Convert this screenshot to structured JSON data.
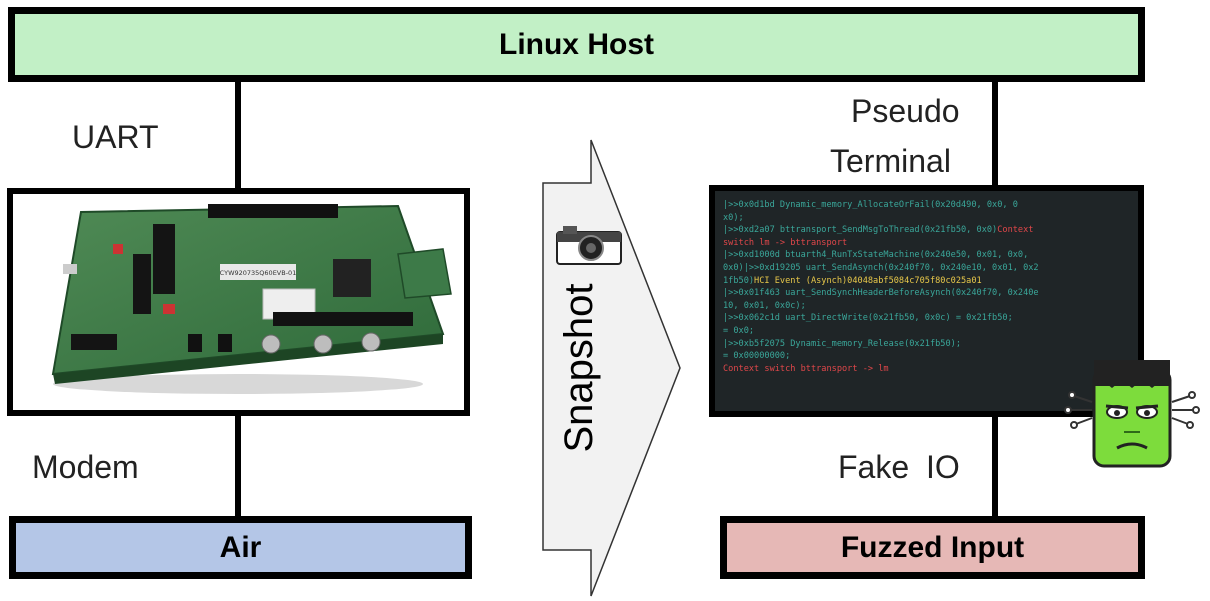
{
  "nodes": {
    "linux_host": "Linux Host",
    "air": "Air",
    "fuzzed_input": "Fuzzed Input"
  },
  "edge_labels": {
    "uart": "UART",
    "pseudo_terminal_line1": "Pseudo",
    "pseudo_terminal_line2": "Terminal",
    "modem": "Modem",
    "fake_io": "Fake IO"
  },
  "snapshot": {
    "label": "Snapshot"
  },
  "board": {
    "part_label": "CYW920735Q60EVB-01"
  },
  "terminal": {
    "lines": [
      {
        "text": "|>>0x0d1bd Dynamic_memory_AllocateOrFail(0x20d490, 0x0, 0",
        "color": "#3aa79a"
      },
      {
        "text": "x0);",
        "color": "#3aa79a"
      },
      {
        "text": "|>>0xd2a07 bttransport_SendMsgToThread(0x21fb50, 0x0)",
        "color": "#3aa79a",
        "tail": "Context",
        "tail_color": "#e0474a"
      },
      {
        "text": " switch lm -> bttransport",
        "color": "#e0474a"
      },
      {
        "text": "|>>0xd1000d btuarth4_RunTxStateMachine(0x240e50, 0x01, 0x0,",
        "color": "#3aa79a"
      },
      {
        "text": "0x0)|>>0xd19205 uart_SendAsynch(0x240f70, 0x240e10, 0x01, 0x2",
        "color": "#3aa79a"
      },
      {
        "text": "1fb50)",
        "color": "#3aa79a",
        "tail": "HCI Event (Asynch)04048abf5084c705f80c025a01",
        "tail_color": "#e8c84a"
      },
      {
        "text": "|>>0x01f463 uart_SendSynchHeaderBeforeAsynch(0x240f70, 0x240e",
        "color": "#3aa79a"
      },
      {
        "text": "10, 0x01, 0x0c);",
        "color": "#3aa79a"
      },
      {
        "text": "|>>0x062c1d uart_DirectWrite(0x21fb50, 0x0c) = 0x21fb50;",
        "color": "#3aa79a"
      },
      {
        "text": "  = 0x0;",
        "color": "#3aa79a"
      },
      {
        "text": "|>>0xb5f2075 Dynamic_memory_Release(0x21fb50);",
        "color": "#3aa79a"
      },
      {
        "text": "  = 0x00000000;",
        "color": "#3aa79a"
      },
      {
        "text": "Context switch bttransport -> lm",
        "color": "#e0474a"
      }
    ]
  },
  "colors": {
    "linux_host_fill": "#c2f0c6",
    "air_fill": "#b4c6e7",
    "fuzzed_fill": "#e6b8b6",
    "terminal_bg": "#1f2527"
  },
  "icons": {
    "camera": "camera-icon",
    "frankenstein": "frankenstein-icon"
  }
}
